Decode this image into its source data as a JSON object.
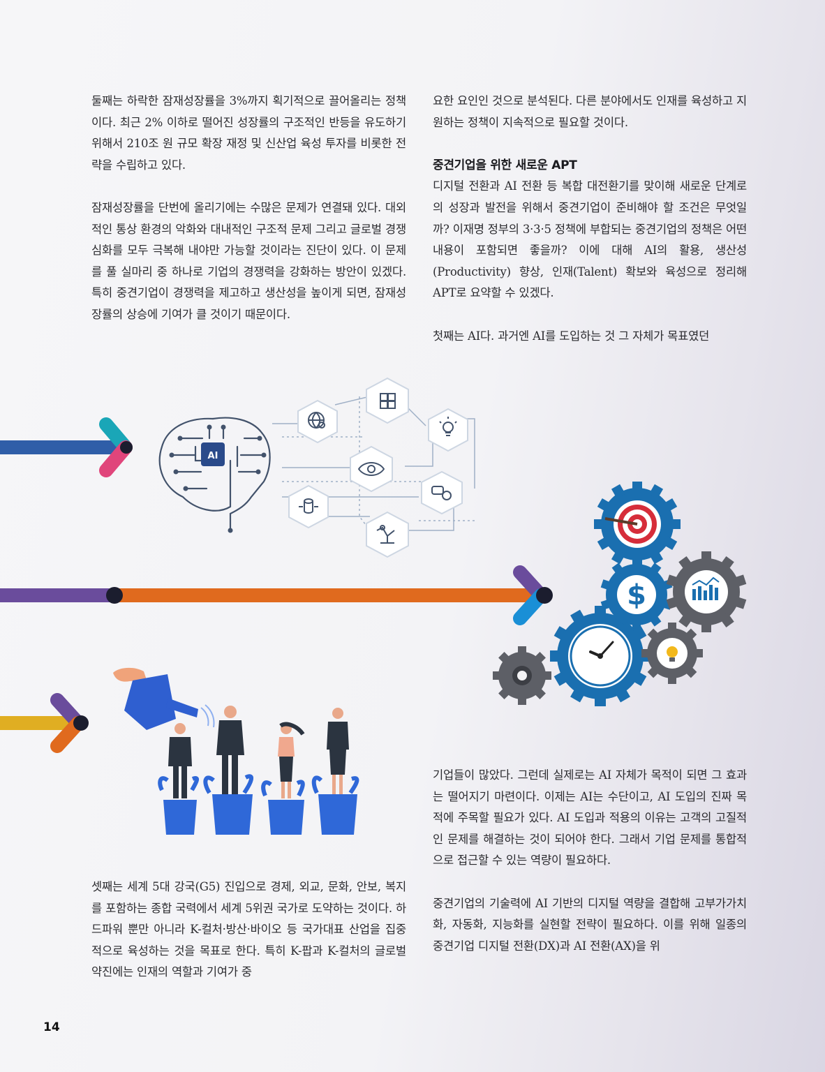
{
  "left_column_top": {
    "paragraphs": [
      "둘째는 하락한 잠재성장률을 3%까지 획기적으로 끌어올리는 정책이다. 최근 2% 이하로 떨어진 성장률의 구조적인 반등을 유도하기 위해서 210조 원 규모 확장 재정 및 신산업 육성 투자를 비롯한 전략을 수립하고 있다.",
      "잠재성장률을 단번에 올리기에는 수많은 문제가 연결돼 있다. 대외적인 통상 환경의 악화와 대내적인 구조적 문제 그리고 글로벌 경쟁 심화를 모두 극복해 내야만 가능할 것이라는 진단이 있다. 이 문제를 풀 실마리 중 하나로 기업의 경쟁력을 강화하는 방안이 있겠다. 특히 중견기업이 경쟁력을 제고하고 생산성을 높이게 되면, 잠재성장률의 상승에 기여가 클 것이기 때문이다."
    ]
  },
  "right_column_top": {
    "paragraph_1": "요한 요인인 것으로 분석된다. 다른 분야에서도 인재를 육성하고 지원하는 정책이 지속적으로 필요할 것이다.",
    "heading": "중견기업을 위한 새로운 APT",
    "paragraph_2": "디지털 전환과 AI 전환 등 복합 대전환기를 맞이해 새로운 단계로의 성장과 발전을 위해서 중견기업이 준비해야 할 조건은 무엇일까? 이재명 정부의 3·3·5 정책에 부합되는 중견기업의 정책은 어떤 내용이 포함되면 좋을까? 이에 대해 AI의 활용, 생산성(Productivity) 향상, 인재(Talent) 확보와 육성으로 정리해 APT로 요약할 수 있겠다.",
    "paragraph_3": "첫째는 AI다. 과거엔 AI를 도입하는 것 그 자체가 목표였던"
  },
  "left_column_bottom": {
    "paragraph": "셋째는 세계 5대 강국(G5) 진입으로 경제, 외교, 문화, 안보, 복지를 포함하는 종합 국력에서 세계 5위권 국가로 도약하는 것이다. 하드파워 뿐만 아니라 K-컬처·방산·바이오 등 국가대표 산업을 집중적으로 육성하는 것을 목표로 한다. 특히 K-팝과 K-컬처의 글로벌 약진에는 인재의 역할과 기여가 중"
  },
  "right_column_bottom": {
    "paragraphs": [
      "기업들이 많았다. 그런데 실제로는 AI 자체가 목적이 되면 그 효과는 떨어지기 마련이다. 이제는 AI는 수단이고, AI 도입의 진짜 목적에 주목할 필요가 있다. AI 도입과 적용의 이유는 고객의 고질적인 문제를 해결하는 것이 되어야 한다. 그래서 기업 문제를 통합적으로 접근할 수 있는 역량이 필요하다.",
      "중견기업의 기술력에 AI 기반의 디지털 역량을 결합해 고부가가치화, 자동화, 지능화를 실현할 전략이 필요하다. 이를 위해 일종의 중견기업 디지털 전환(DX)과 AI 전환(AX)을 위"
    ]
  },
  "illustration": {
    "ai_chip_label": "AI",
    "icons": [
      "puzzle-icon",
      "globe-icon",
      "lightbulb-icon",
      "eye-icon",
      "chat-gear-icon",
      "database-icon",
      "robot-arm-icon",
      "target-icon",
      "dollar-icon",
      "bar-chart-icon",
      "clock-icon",
      "gear-icon",
      "lightbulb-icon"
    ],
    "colors": {
      "arrow_blue": "#2f5ea8",
      "arrow_teal": "#1aa6b7",
      "arrow_pink": "#e0457b",
      "arrow_purple": "#6a4c9c",
      "arrow_orange": "#e06a1e",
      "arrow_yellow": "#e0ae22",
      "gear_blue": "#1a6fb0",
      "gear_gray": "#5d5f66",
      "pot_blue": "#2f68d8"
    }
  },
  "page_number": "14"
}
